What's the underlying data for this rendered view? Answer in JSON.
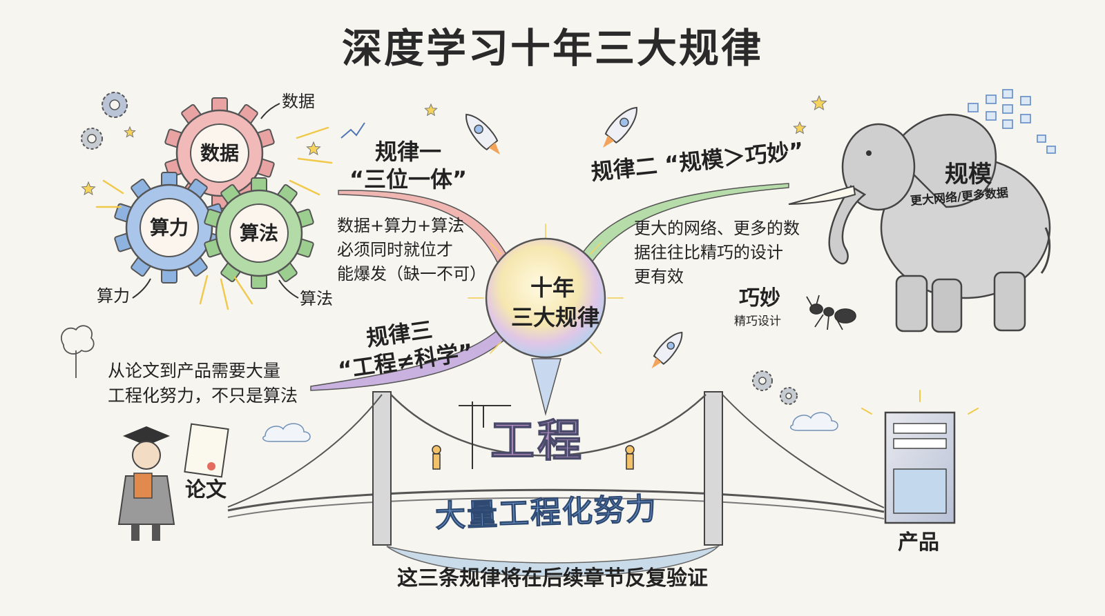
{
  "title": "深度学习十年三大规律",
  "center": {
    "line1": "十年",
    "line2": "三大规律"
  },
  "gears": {
    "data": "数据",
    "compute": "算力",
    "algorithm": "算法",
    "note_data": "数据",
    "note_compute": "算力",
    "note_algorithm": "算法"
  },
  "law1": {
    "title_line1": "规律一",
    "title_line2": "“三位一体”",
    "desc": [
      "数据+算力+算法",
      "必须同时就位才",
      "能爆发（缺一不可）"
    ]
  },
  "law2": {
    "title": "规律二 “规模＞巧妙”",
    "desc": [
      "更大的网络、更多的数",
      "据往往比精巧的设计",
      "更有效"
    ],
    "scale_label": "规模",
    "scale_sub": "更大网络/更多数据",
    "clever_label": "巧妙",
    "clever_sub": "精巧设计"
  },
  "law3": {
    "title_line1": "规律三",
    "title_line2": "“工程≠科学”",
    "desc": [
      "从论文到产品需要大量",
      "工程化努力，不只是算法"
    ],
    "engineering": "工程",
    "effort": "大量工程化努力",
    "paper": "论文",
    "product": "产品"
  },
  "footer": "这三条规律将在后续章节反复验证",
  "colors": {
    "gear_data": "#e9a3a3",
    "gear_compute": "#8fb3e0",
    "gear_algorithm": "#9ccf8f",
    "branch_law1": "#e7a0a0",
    "branch_law2": "#9ccf8f",
    "branch_law3": "#b99bd6",
    "engineering_text": "#b98fc4",
    "effort_text": "#6f95c9"
  }
}
